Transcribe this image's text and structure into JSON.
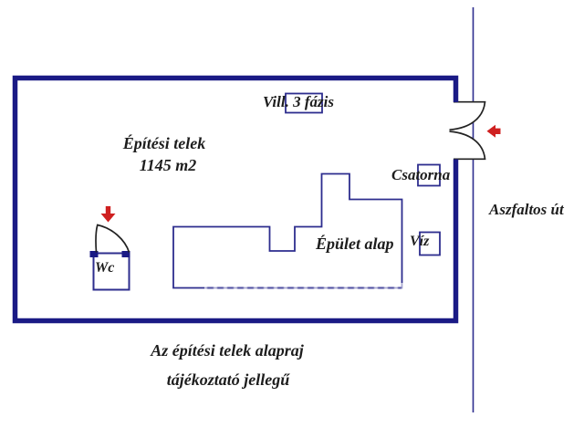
{
  "diagram": {
    "labels": {
      "electric": "Vill. 3 fázis",
      "plot_line1": "Építési telek",
      "plot_line2": "1145 m2",
      "sewer": "Csatorna",
      "water": "Víz",
      "building": "Épület alap",
      "wc": "Wc",
      "road": "Aszfaltos út",
      "caption_line1": "Az építési telek alapraj",
      "caption_line2": "tájékoztató jellegű"
    },
    "colors": {
      "plot_border": "#1a1a85",
      "thin_line": "#2d2d8e",
      "door_line": "#222222",
      "arrow_red": "#cf2020",
      "text": "#1d1d1d"
    }
  }
}
